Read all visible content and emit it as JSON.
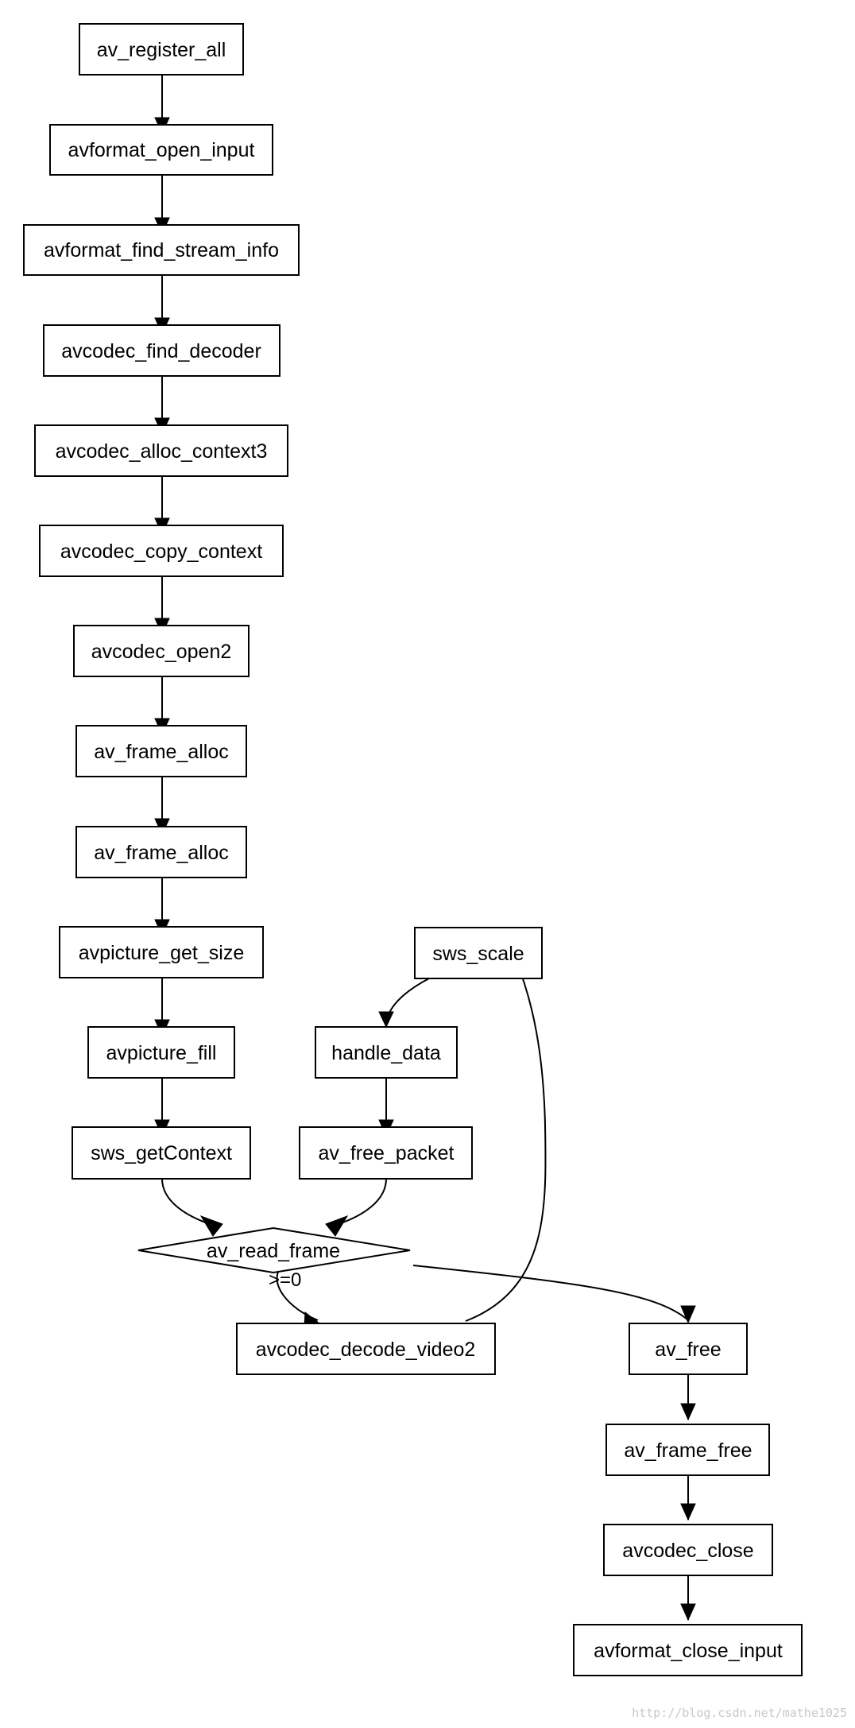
{
  "colors": {
    "stroke": "#000000",
    "background": "#ffffff",
    "watermark": "#c8c8c8"
  },
  "nodes": {
    "av_register_all": "av_register_all",
    "avformat_open_input": "avformat_open_input",
    "avformat_find_stream_info": "avformat_find_stream_info",
    "avcodec_find_decoder": "avcodec_find_decoder",
    "avcodec_alloc_context3": "avcodec_alloc_context3",
    "avcodec_copy_context": "avcodec_copy_context",
    "avcodec_open2": "avcodec_open2",
    "av_frame_alloc_1": "av_frame_alloc",
    "av_frame_alloc_2": "av_frame_alloc",
    "avpicture_get_size": "avpicture_get_size",
    "avpicture_fill": "avpicture_fill",
    "sws_getContext": "sws_getContext",
    "sws_scale": "sws_scale",
    "handle_data": "handle_data",
    "av_free_packet": "av_free_packet",
    "av_read_frame": "av_read_frame",
    "avcodec_decode_video2": "avcodec_decode_video2",
    "av_free": "av_free",
    "av_frame_free": "av_frame_free",
    "avcodec_close": "avcodec_close",
    "avformat_close_input": "avformat_close_input"
  },
  "edge_labels": {
    "read_ok": ">=0"
  },
  "watermark": "http://blog.csdn.net/mathe1025"
}
